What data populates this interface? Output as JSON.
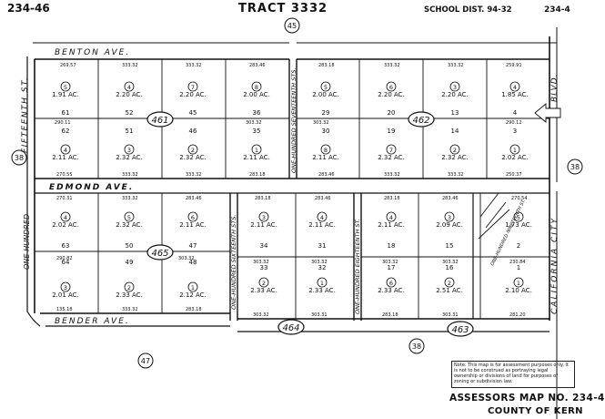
{
  "header": {
    "book_page": "234-46",
    "tract": "TRACT 3332",
    "school_district": "SCHOOL DIST. 94-32",
    "right_cut": "234-4"
  },
  "route_markers": {
    "top": "45",
    "left": "38",
    "right": "38",
    "bottom_left": "47",
    "bottom_mid": "38"
  },
  "streets": {
    "benton": "BENTON AVE.",
    "edmond": "EDMOND AVE.",
    "bender": "BENDER AVE.",
    "fifteenth_upper": "FIFTEENTH ST.",
    "one_hundred_left": "ONE-HUNDRED",
    "seventeenth": "ONE-HUNDRED SEVENTEENTH STS.",
    "sixteenth": "ONE-HUNDRED SIXTEENTH STS.",
    "eighteenth": "ONE-HUNDRED EIGHTEENTH ST.",
    "nineteenth": "ONE-HUNDRED NINETEENTH ST.",
    "california_city": "CALIFORNIA CITY",
    "blvd": "BLVD."
  },
  "blocks": {
    "b461": "461",
    "b462": "462",
    "b465": "465",
    "b464": "464",
    "b463": "463"
  },
  "lots": [
    {
      "id": "blk461-r1-c1",
      "circle": "5",
      "acres": "1.91 AC.",
      "lot": "61"
    },
    {
      "id": "blk461-r1-c2",
      "circle": "4",
      "acres": "2.20 AC.",
      "lot": "52"
    },
    {
      "id": "blk461-r1-c3",
      "circle": "7",
      "acres": "2.20 AC.",
      "lot": "45"
    },
    {
      "id": "blk461-r1-c4",
      "circle": "8",
      "acres": "2.00 AC.",
      "lot": "36"
    },
    {
      "id": "blk461-r2-c1",
      "circle": "4",
      "acres": "2.11 AC.",
      "lot": "62"
    },
    {
      "id": "blk461-r2-c2",
      "circle": "3",
      "acres": "2.32 AC.",
      "lot": "51"
    },
    {
      "id": "blk461-r2-c3",
      "circle": "2",
      "acres": "2.32 AC.",
      "lot": "46"
    },
    {
      "id": "blk461-r2-c4",
      "circle": "1",
      "acres": "2.11 AC.",
      "lot": "35"
    },
    {
      "id": "blk462-r1-c1",
      "circle": "5",
      "acres": "2.00 AC.",
      "lot": "29"
    },
    {
      "id": "blk462-r1-c2",
      "circle": "6",
      "acres": "2.20 AC.",
      "lot": "20"
    },
    {
      "id": "blk462-r1-c3",
      "circle": "3",
      "acres": "2.20 AC.",
      "lot": "13"
    },
    {
      "id": "blk462-r1-c4",
      "circle": "4",
      "acres": "1.85 AC.",
      "lot": "4"
    },
    {
      "id": "blk462-r2-c1",
      "circle": "8",
      "acres": "2.11 AC.",
      "lot": "30"
    },
    {
      "id": "blk462-r2-c2",
      "circle": "7",
      "acres": "2.32 AC.",
      "lot": "19"
    },
    {
      "id": "blk462-r2-c3",
      "circle": "2",
      "acres": "2.32 AC.",
      "lot": "14"
    },
    {
      "id": "blk462-r2-c4",
      "circle": "1",
      "acres": "2.02 AC.",
      "lot": "3"
    },
    {
      "id": "blk465-r1-c1",
      "circle": "4",
      "acres": "2.02 AC.",
      "lot": "63"
    },
    {
      "id": "blk465-r1-c2",
      "circle": "5",
      "acres": "2.32 AC.",
      "lot": "50"
    },
    {
      "id": "blk465-r1-c3",
      "circle": "6",
      "acres": "2.11 AC.",
      "lot": "47"
    },
    {
      "id": "blk465-r2-c1",
      "circle": "3",
      "acres": "2.01 AC.",
      "lot": "64"
    },
    {
      "id": "blk465-r2-c2",
      "circle": "2",
      "acres": "2.33 AC.",
      "lot": "49"
    },
    {
      "id": "blk465-r2-c3",
      "circle": "1",
      "acres": "2.12 AC.",
      "lot": "48"
    },
    {
      "id": "blk464-r1-c1",
      "circle": "3",
      "acres": "2.11 AC.",
      "lot": "34"
    },
    {
      "id": "blk464-r1-c2",
      "circle": "4",
      "acres": "2.11 AC.",
      "lot": "31"
    },
    {
      "id": "blk464-r2-c1",
      "circle": "2",
      "acres": "2.33 AC.",
      "lot": "33"
    },
    {
      "id": "blk464-r2-c2",
      "circle": "1",
      "acres": "2.33 AC.",
      "lot": "32"
    },
    {
      "id": "blk463-r1-c1",
      "circle": "4",
      "acres": "2.11 AC.",
      "lot": "18"
    },
    {
      "id": "blk463-r1-c2",
      "circle": "3",
      "acres": "2.09 AC.",
      "lot": "15"
    },
    {
      "id": "blk463-r1-c3",
      "circle": "5",
      "acres": "1.73 AC.",
      "lot": "2"
    },
    {
      "id": "blk463-r2-c1",
      "circle": "6",
      "acres": "2.33 AC.",
      "lot": "17"
    },
    {
      "id": "blk463-r2-c2",
      "circle": "2",
      "acres": "2.51 AC.",
      "lot": "16"
    },
    {
      "id": "blk463-r2-c3",
      "circle": "1",
      "acres": "2.10 AC.",
      "lot": "1"
    }
  ],
  "dimensions": {
    "d1": "269.57",
    "d2": "333.32",
    "d3": "333.32",
    "d4": "283.46",
    "d5": "283.18",
    "d6": "333.32",
    "d7": "333.32",
    "d8": "259.91",
    "d9": "290.11",
    "d10": "303.32",
    "d11": "303.32",
    "d12": "290.12",
    "d13": "270.55",
    "d14": "333.32",
    "d15": "333.32",
    "d16": "283.18",
    "d17": "283.46",
    "d18": "333.32",
    "d19": "333.32",
    "d20": "250.37",
    "d21": "270.31",
    "d22": "333.32",
    "d23": "283.46",
    "d24": "283.18",
    "d25": "283.46",
    "d26": "283.18",
    "d27": "283.46",
    "d28": "270.54",
    "d29": "290.82",
    "d30": "303.32",
    "d31": "303.32",
    "d32": "303.32",
    "d33": "303.32",
    "d34": "303.32",
    "d35": "230.84",
    "d36": "135.18",
    "d37": "333.32",
    "d38": "283.18",
    "d39": "303.32",
    "d40": "303.31",
    "d41": "283.18",
    "d42": "303.31",
    "d43": "281.20"
  },
  "note": "Note: This map is for assessment purposes only. It is not to be construed as portraying legal ownership or divisions of land for purposes of zoning or subdivision law.",
  "footer": {
    "line1": "ASSESSORS MAP NO. 234-4",
    "line2": "COUNTY OF KERN"
  }
}
